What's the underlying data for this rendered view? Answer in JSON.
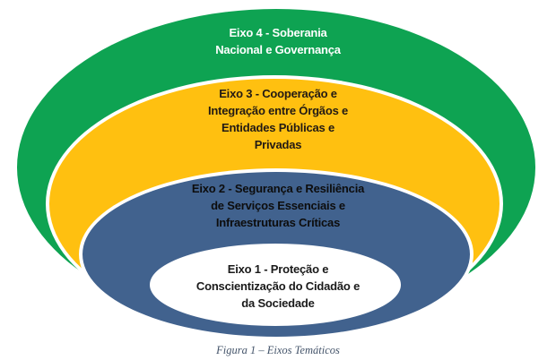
{
  "figure": {
    "caption": "Figura 1 – Eixos Temáticos",
    "caption_color": "#44546A",
    "ring_border_color": "#FFFFFF",
    "rings": [
      {
        "name": "eixo-4",
        "label": "Eixo 4 - Soberania\nNacional e Governança",
        "fill": "#0EA352",
        "text_color": "#FFFFFF"
      },
      {
        "name": "eixo-3",
        "label": "Eixo 3 - Cooperação e\nIntegração entre Órgãos e\nEntidades Públicas e\nPrivadas",
        "fill": "#FFC010",
        "text_color": "#221A14"
      },
      {
        "name": "eixo-2",
        "label": "Eixo 2 - Segurança e Resiliência\nde Serviços Essenciais e\nInfraestruturas Críticas",
        "fill": "#41628E",
        "text_color": "#0D0D0D"
      },
      {
        "name": "eixo-1",
        "label": "Eixo 1 - Proteção e\nConscientização do Cidadão e\nda Sociedade",
        "fill": "#FFFFFF",
        "text_color": "#1A1A1A"
      }
    ]
  }
}
